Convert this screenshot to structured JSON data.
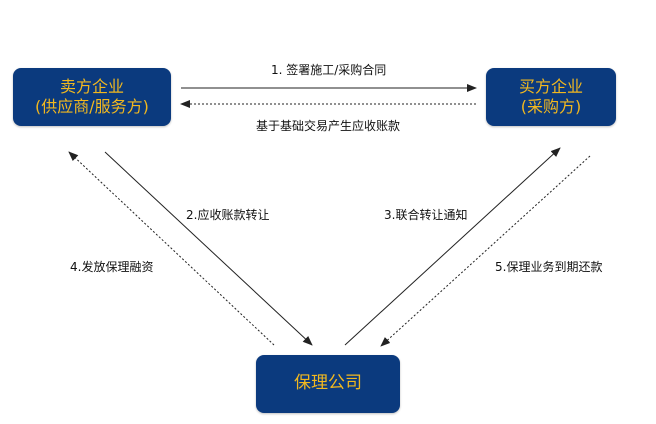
{
  "colors": {
    "node_fill": "#0b3a7e",
    "node_text": "#f2b81f",
    "line": "#222222"
  },
  "nodes": {
    "seller": {
      "line1": "卖方企业",
      "line2": "(供应商/服务方)"
    },
    "buyer": {
      "line1": "买方企业",
      "line2": "(采购方)"
    },
    "factor": {
      "line1": "保理公司"
    }
  },
  "edges": [
    {
      "id": "e1",
      "label": "1. 签署施工/采购合同",
      "style": "solid"
    },
    {
      "id": "e1b",
      "label": "基于基础交易产生应收账款",
      "style": "dashed"
    },
    {
      "id": "e2",
      "label": "2.应收账款转让",
      "style": "solid"
    },
    {
      "id": "e3",
      "label": "3.联合转让通知",
      "style": "solid"
    },
    {
      "id": "e4",
      "label": "4.发放保理融资",
      "style": "dashed"
    },
    {
      "id": "e5",
      "label": "5.保理业务到期还款",
      "style": "dashed"
    }
  ]
}
